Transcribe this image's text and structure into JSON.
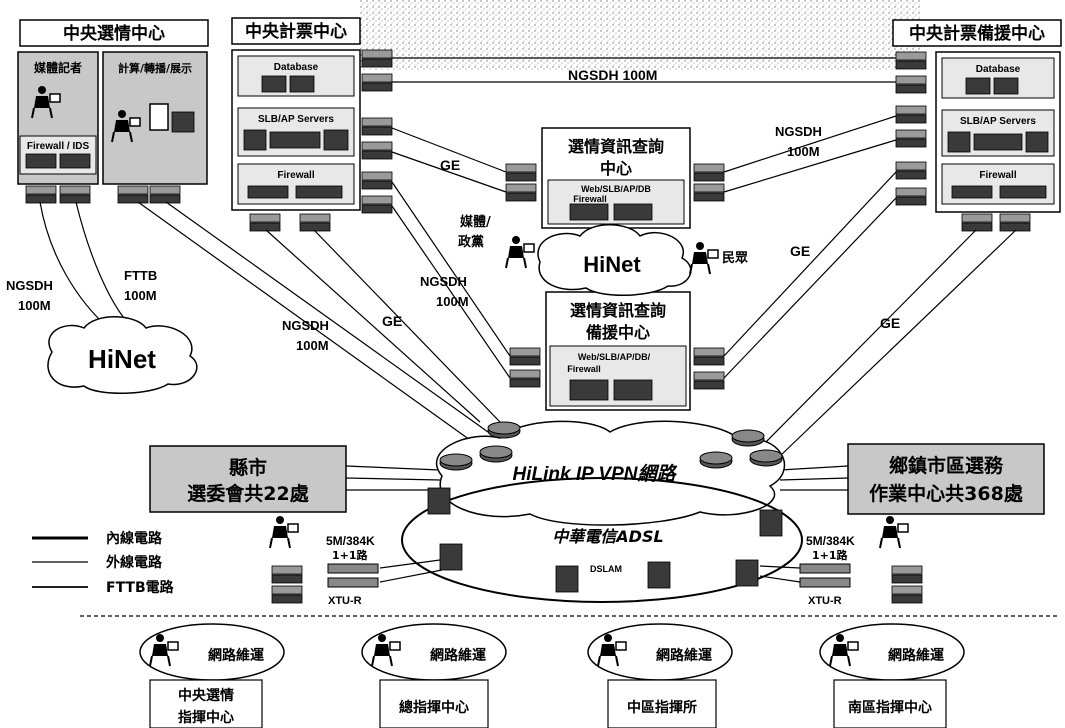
{
  "colors": {
    "panel_gray": "#c8c8c8",
    "line": "#000000",
    "background": "#ffffff"
  },
  "header": {
    "center_election_info": "中央選情中心",
    "central_counting": "中央計票中心",
    "counting_backup": "中央計票備援中心"
  },
  "election_info": {
    "media_reporter": "媒體記者",
    "compute_show": "計算/轉播/展示",
    "firewall_ids": "Firewall / IDS"
  },
  "counting": {
    "database": "Database",
    "slb_ap": "SLB/AP Servers",
    "firewall": "Firewall"
  },
  "backup": {
    "database": "Database",
    "slb_ap": "SLB/AP Servers",
    "firewall": "Firewall"
  },
  "query_center": {
    "title_line1": "選情資訊查詢",
    "title_line2": "中心",
    "equip": "Web/SLB/AP/DB",
    "equip2": "Firewall"
  },
  "query_backup": {
    "title_line1": "選情資訊查詢",
    "title_line2": "備援中心",
    "equip": "Web/SLB/AP/DB/",
    "equip2": "Firewall"
  },
  "links": {
    "ngsdh_top": "NGSDH 100M",
    "ngsdh_a": "NGSDH",
    "ngsdh_a2": "100M",
    "ngsdh_left": "NGSDH",
    "ngsdh_left2": "100M",
    "fttb": "FTTB",
    "fttb2": "100M",
    "ngsdh_mid": "NGSDH",
    "ngsdh_mid2": "100M",
    "ngsdh_center": "NGSDH",
    "ngsdh_center2": "100M",
    "ge1": "GE",
    "ge2": "GE",
    "ge3": "GE",
    "ge4": "GE"
  },
  "clouds": {
    "hinet_main": "HiNet",
    "hinet_left": "HiNet",
    "vpn": "HiLink IP VPN網路",
    "adsl": "中華電信ADSL",
    "dslam": "DSLAM"
  },
  "people": {
    "media_party": "媒體/",
    "media_party2": "政黨",
    "public": "民眾"
  },
  "county": {
    "line1": "縣市",
    "line2": "選委會共22處"
  },
  "township": {
    "line1": "鄉鎮市區選務",
    "line2": "作業中心共368處"
  },
  "access": {
    "left_speed": "5M/384K",
    "left_path": "1+1路",
    "left_xtu": "XTU-R",
    "right_speed": "5M/384K",
    "right_path": "1+1路",
    "right_xtu": "XTU-R"
  },
  "legend": {
    "inner": "內線電路",
    "outer": "外線電路",
    "fttb": "FTTB電路"
  },
  "ops": {
    "ops_label": "網路維運",
    "c1": "中央選情",
    "c1b": "指揮中心",
    "c2": "總指揮中心",
    "c3": "中區指揮所",
    "c4": "南區指揮中心"
  }
}
